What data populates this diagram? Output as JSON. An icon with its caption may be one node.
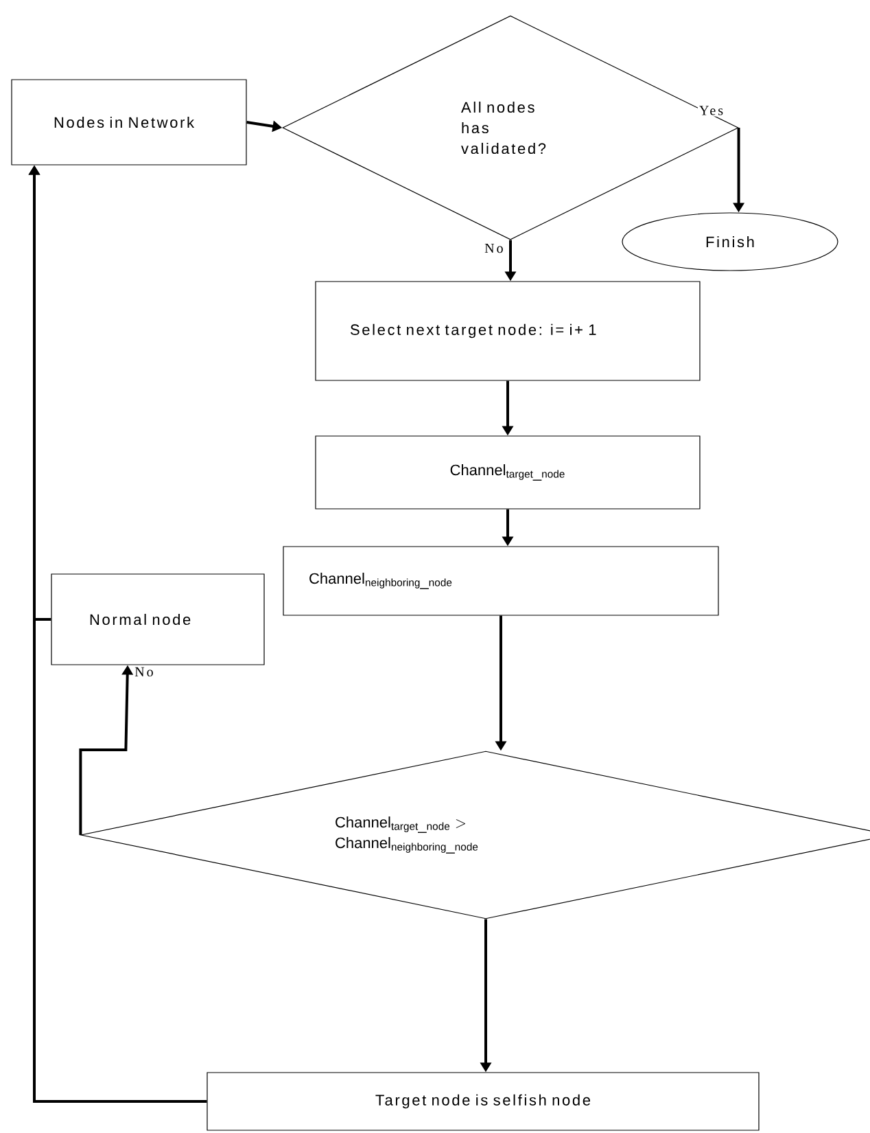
{
  "diagram": {
    "nodes": [
      {
        "text": [
          "Nodes in Network"
        ]
      },
      {
        "text": [
          "All nodes has validated?"
        ]
      },
      {
        "text": [
          "Finish"
        ]
      },
      {
        "text": [
          "Select next target node: i= i+ 1"
        ]
      },
      {
        "text": [
          "\\mathrm{Channel}_{\\mathrm{target\\_node}}"
        ]
      },
      {
        "text": [
          "\\mathrm{Channel}_{\\mathrm{neighboring\\_node}}"
        ]
      },
      {
        "text": [
          "Normal node"
        ]
      },
      {
        "text": [
          "\\mathrm{Channel}_{\\mathrm{target\\_node}}>",
          "\\mathrm{Channel}_{\\mathrm{neighboring\\_node}}"
        ]
      },
      {
        "text": [
          "Target node is selfish node"
        ]
      }
    ],
    "edges": [
      {
        "from": 0,
        "to": 1,
        "arrow": "to"
      },
      {
        "from": 1,
        "to": 2,
        "arrow": "to",
        "label": "Yes"
      },
      {
        "from": 1,
        "to": 3,
        "arrow": "to",
        "label": "No"
      },
      {
        "from": 3,
        "to": 4,
        "arrow": "to"
      },
      {
        "from": 4,
        "to": 5,
        "arrow": "to"
      },
      {
        "from": 5,
        "to": 7,
        "arrow": "to"
      },
      {
        "from": 7,
        "to": 6,
        "arrow": "to",
        "label": "No"
      },
      {
        "from": 7,
        "to": 8,
        "arrow": "to"
      },
      {
        "from": 8,
        "to": 0,
        "arrow": "to"
      },
      {
        "from": 6,
        "to": 0,
        "arrow": "to"
      }
    ]
  }
}
